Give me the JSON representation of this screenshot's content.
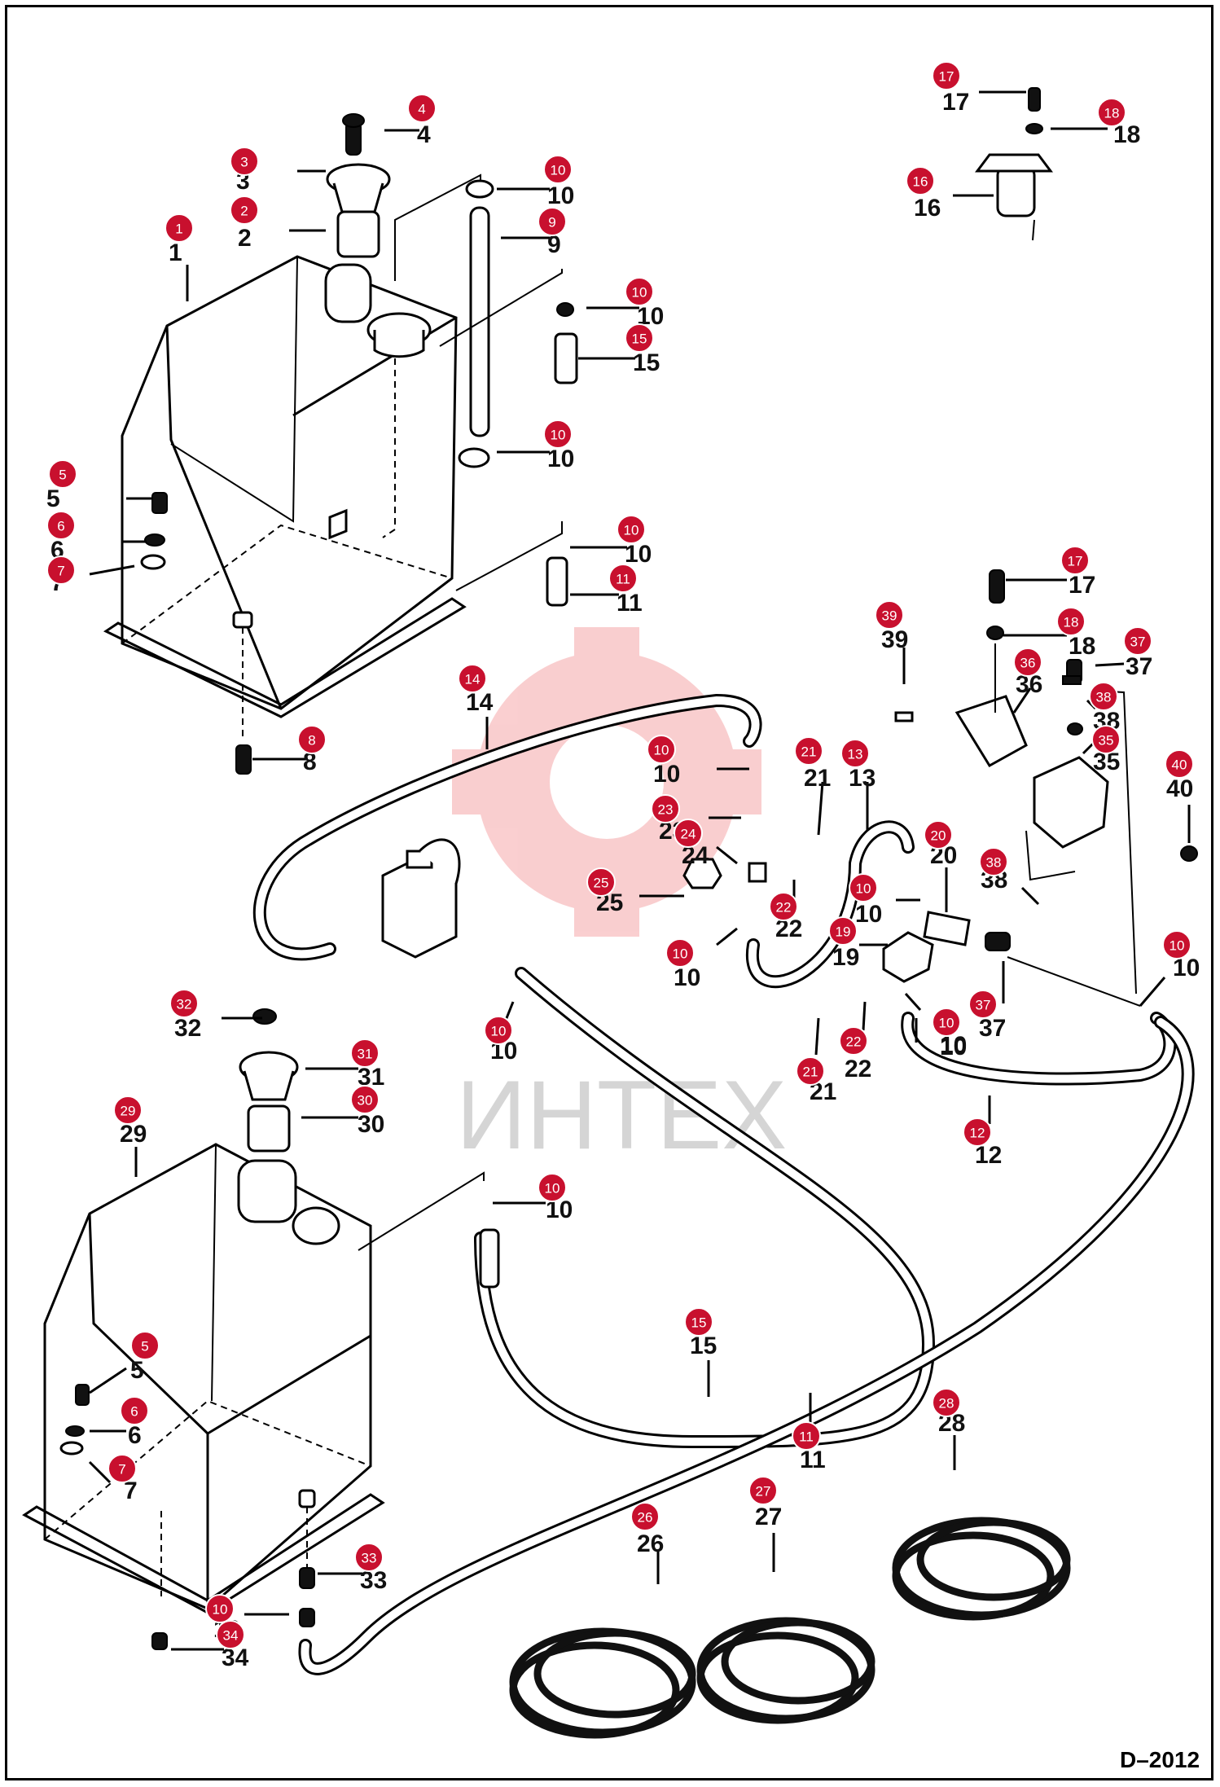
{
  "watermark": {
    "text": "ИНТЕХ",
    "color": "#e8262b"
  },
  "drawing_code": "D–2012",
  "colors": {
    "badge": "#c8102e",
    "line": "#000000"
  },
  "callouts": [
    {
      "n": "1",
      "t": "1"
    },
    {
      "n": "2",
      "t": "2"
    },
    {
      "n": "3",
      "t": "3"
    },
    {
      "n": "4",
      "t": "4"
    },
    {
      "n": "10",
      "t": "10"
    },
    {
      "n": "9",
      "t": "9"
    },
    {
      "n": "10",
      "t": "10"
    },
    {
      "n": "15",
      "t": "15"
    },
    {
      "n": "10",
      "t": "10"
    },
    {
      "n": "5",
      "t": "5"
    },
    {
      "n": "6",
      "t": "6"
    },
    {
      "n": "7",
      "t": "7"
    },
    {
      "n": "10",
      "t": "10"
    },
    {
      "n": "11",
      "t": "11"
    },
    {
      "n": "8",
      "t": "8"
    },
    {
      "n": "17",
      "t": "17"
    },
    {
      "n": "18",
      "t": "18"
    },
    {
      "n": "16",
      "t": "16"
    },
    {
      "n": "17",
      "t": "17"
    },
    {
      "n": "18",
      "t": "18"
    },
    {
      "n": "39",
      "t": "39"
    },
    {
      "n": "36",
      "t": "36"
    },
    {
      "n": "37",
      "t": "37"
    },
    {
      "n": "38",
      "t": "38"
    },
    {
      "n": "35",
      "t": "35"
    },
    {
      "n": "40",
      "t": "40"
    },
    {
      "n": "14",
      "t": "14"
    },
    {
      "n": "10",
      "t": "10"
    },
    {
      "n": "21",
      "t": "21"
    },
    {
      "n": "13",
      "t": "13"
    },
    {
      "n": "23",
      "t": "23"
    },
    {
      "n": "24",
      "t": "24"
    },
    {
      "n": "25",
      "t": "25"
    },
    {
      "n": "22",
      "t": "22"
    },
    {
      "n": "20",
      "t": "20"
    },
    {
      "n": "10",
      "t": "10"
    },
    {
      "n": "19",
      "t": "19"
    },
    {
      "n": "38",
      "t": "38"
    },
    {
      "n": "10",
      "t": "10"
    },
    {
      "n": "10",
      "t": "10"
    },
    {
      "n": "10",
      "t": "10"
    },
    {
      "n": "37",
      "t": "37"
    },
    {
      "n": "10",
      "t": "10"
    },
    {
      "n": "21",
      "t": "21"
    },
    {
      "n": "22",
      "t": "22"
    },
    {
      "n": "12",
      "t": "12"
    },
    {
      "n": "10",
      "t": "10"
    },
    {
      "n": "32",
      "t": "32"
    },
    {
      "n": "31",
      "t": "31"
    },
    {
      "n": "30",
      "t": "30"
    },
    {
      "n": "29",
      "t": "29"
    },
    {
      "n": "10",
      "t": "10"
    },
    {
      "n": "15",
      "t": "15"
    },
    {
      "n": "11",
      "t": "11"
    },
    {
      "n": "5",
      "t": "5"
    },
    {
      "n": "6",
      "t": "6"
    },
    {
      "n": "7",
      "t": "7"
    },
    {
      "n": "28",
      "t": "28"
    },
    {
      "n": "27",
      "t": "27"
    },
    {
      "n": "26",
      "t": "26"
    },
    {
      "n": "33",
      "t": "33"
    },
    {
      "n": "10",
      "t": "10"
    },
    {
      "n": "34",
      "t": "34"
    }
  ]
}
